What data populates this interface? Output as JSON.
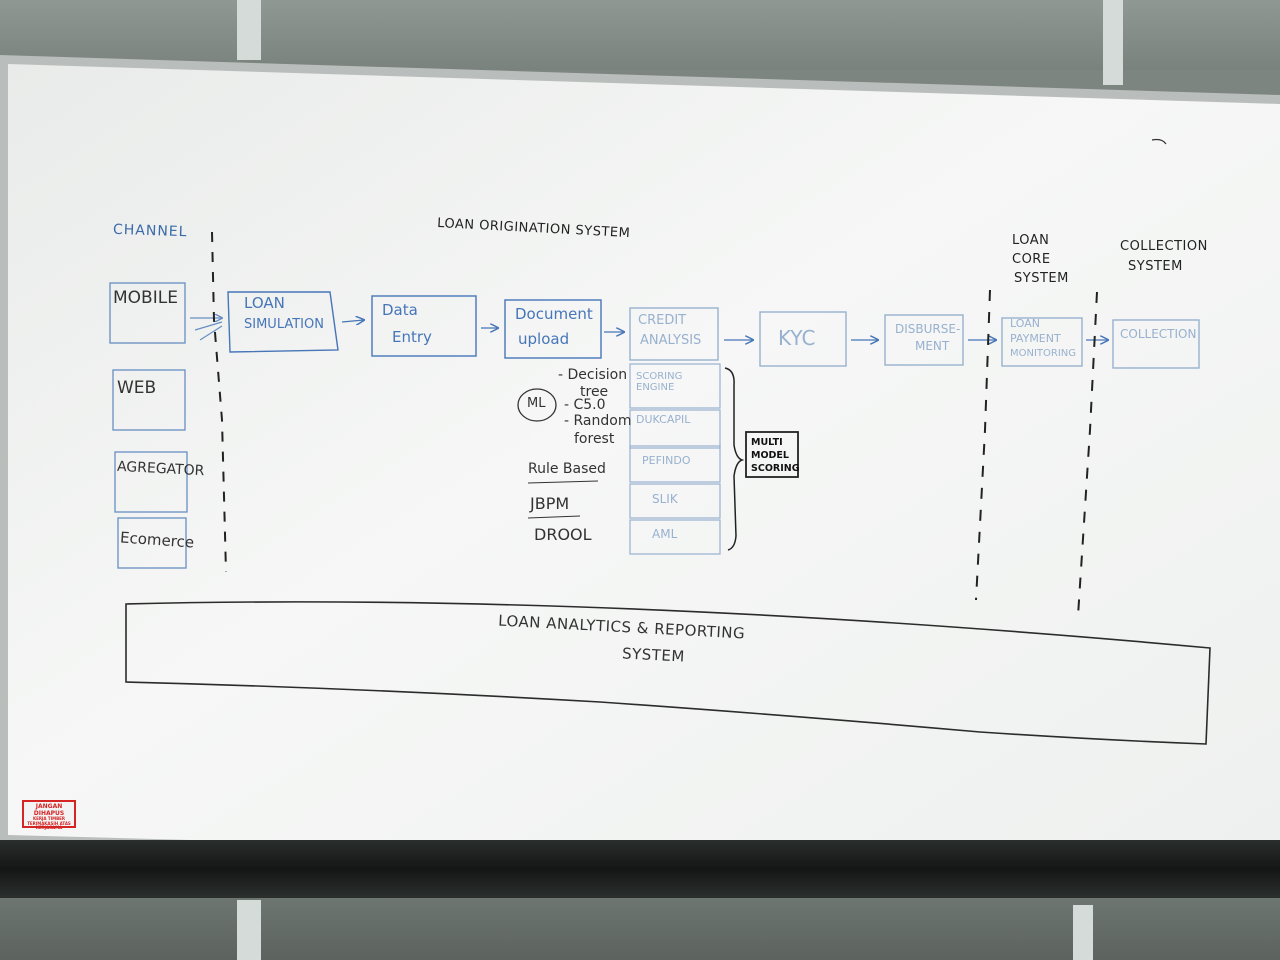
{
  "sections": {
    "channel": "CHANNEL",
    "los": "LOAN ORIGINATION SYSTEM",
    "lcs_line1": "LOAN",
    "lcs_line2": "CORE",
    "lcs_line3": "SYSTEM",
    "collection_line1": "COLLECTION",
    "collection_line2": "SYSTEM"
  },
  "channels": [
    "MOBILE",
    "WEB",
    "AGREGATOR",
    "Ecomerce"
  ],
  "flow": {
    "loan_sim_1": "LOAN",
    "loan_sim_2": "SIMULATION",
    "data_entry_1": "Data",
    "data_entry_2": "Entry",
    "doc_upload_1": "Document",
    "doc_upload_2": "upload",
    "credit_1": "CREDIT",
    "credit_2": "ANALYSIS",
    "kyc": "KYC",
    "disb_1": "DISBURSE-",
    "disb_2": "MENT",
    "payment_1": "LOAN",
    "payment_2": "PAYMENT",
    "payment_3": "MONITORING",
    "collection": "COLLECTION"
  },
  "scoring": {
    "items": [
      "SCORING ENGINE",
      "PEFINDO",
      "SLIK",
      "AML"
    ],
    "pefindo_prefix": "DUKCAPIL"
  },
  "ml": {
    "badge": "ML",
    "decision_1": "- Decision",
    "decision_2": "tree",
    "c50": "- C5.0",
    "random_1": "- Random",
    "random_2": "forest",
    "rule_based": "Rule Based",
    "jbpm": "JBPM",
    "drool": "DROOL"
  },
  "multi_model": {
    "line1": "MULTI",
    "line2": "MODEL",
    "line3": "SCORING"
  },
  "analytics": {
    "line1": "LOAN ANALYTICS & REPORTING",
    "line2": "SYSTEM"
  },
  "sticker": {
    "line1": "JANGAN DIHAPUS",
    "line2": "KERJA TIMBER",
    "line3": "TERIMAKASIH ATAS KERJASAMA"
  },
  "colors": {
    "marker_black": "#2b2b2b",
    "marker_blue": "#4676b8",
    "faded_blue": "#98b1cf",
    "board": "#f3f4f3",
    "sticker_red": "#d52424"
  }
}
